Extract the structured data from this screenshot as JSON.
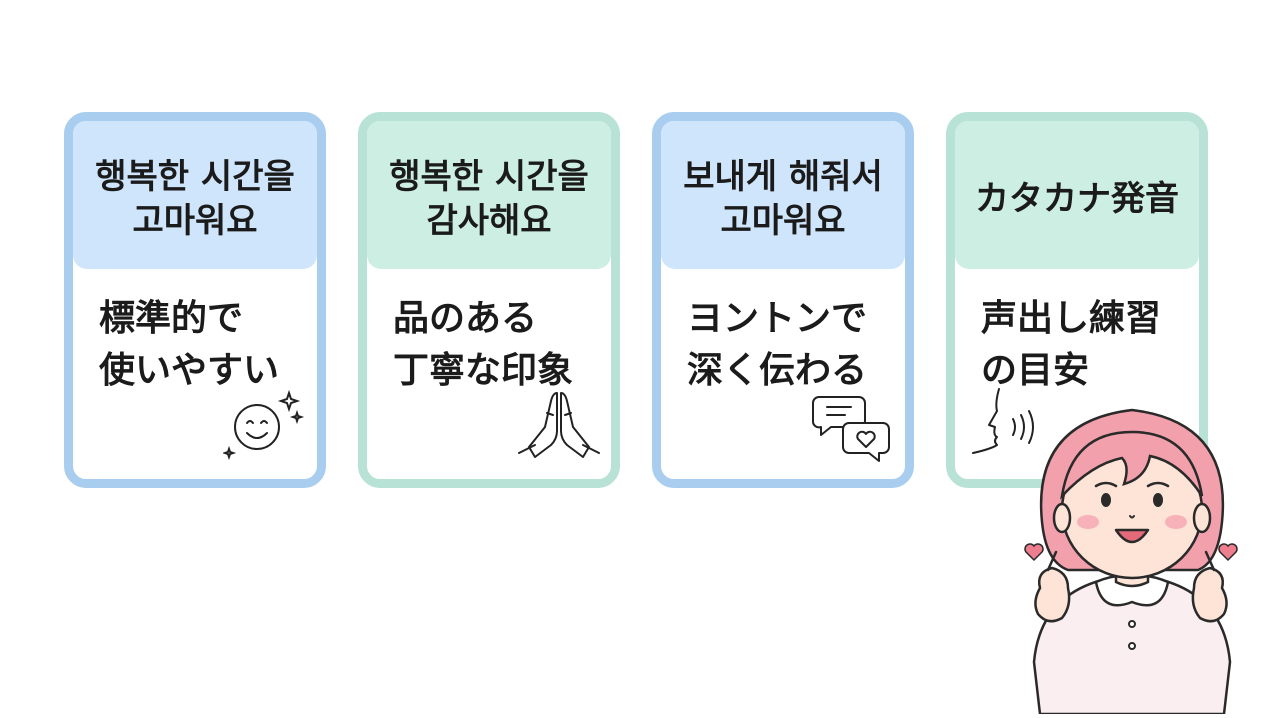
{
  "cards": [
    {
      "header": "행복한 시간을\n고마워요",
      "body": "標準的で\n使いやすい",
      "icon": "smiley-sparkle-icon",
      "color": "#a9cdef"
    },
    {
      "header": "행복한 시간을\n감사해요",
      "body": "品のある\n丁寧な印象",
      "icon": "praying-hands-icon",
      "color": "#b8e2d5"
    },
    {
      "header": "보내게 해줘서\n고마워요",
      "body": "ヨントンで\n深く伝わる",
      "icon": "chat-heart-icon",
      "color": "#a9cdef"
    },
    {
      "header": "カタカナ発音",
      "body": "声出し練習\nの目安",
      "icon": "speaking-head-icon",
      "color": "#b8e2d5"
    }
  ],
  "character": {
    "icon": "girl-finger-heart-icon"
  }
}
